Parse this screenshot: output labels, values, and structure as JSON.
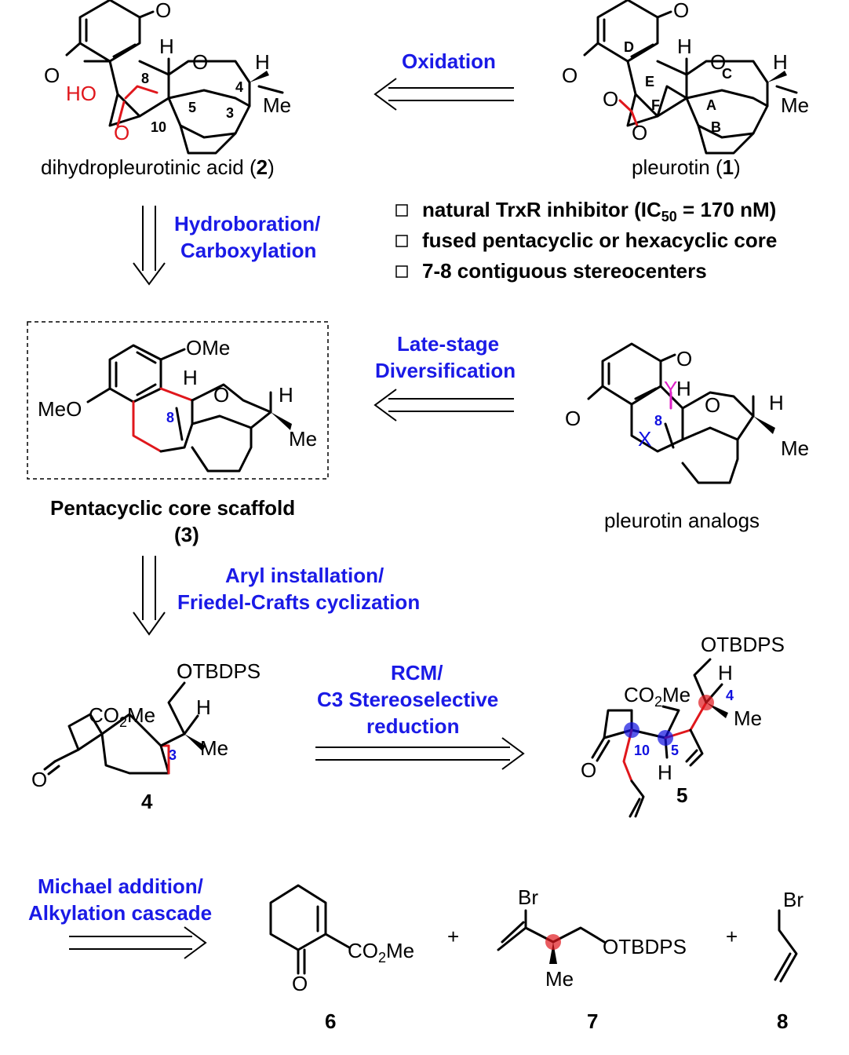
{
  "compounds": {
    "dihydropleurotinic_acid": {
      "name": "dihydropleurotinic acid",
      "number": "2"
    },
    "pleurotin": {
      "name": "pleurotin",
      "number": "1"
    },
    "pentacyclic_core": {
      "name": "Pentacyclic core scaffold",
      "number": "(3)"
    },
    "pleurotin_analogs": {
      "name": "pleurotin analogs"
    },
    "compound4": {
      "number": "4"
    },
    "compound5": {
      "number": "5"
    },
    "compound6": {
      "number": "6"
    },
    "compound7": {
      "number": "7"
    },
    "compound8": {
      "number": "8"
    }
  },
  "steps": {
    "oxidation": "Oxidation",
    "hydroboration_1": "Hydroboration/",
    "hydroboration_2": "Carboxylation",
    "late_stage_1": "Late-stage",
    "late_stage_2": "Diversification",
    "aryl_1": "Aryl installation/",
    "aryl_2": "Friedel-Crafts cyclization",
    "rcm_1": "RCM/",
    "rcm_2": "C3 Stereoselective",
    "rcm_3": "reduction",
    "michael_1": "Michael addition/",
    "michael_2": "Alkylation cascade"
  },
  "features": [
    {
      "prefix": "natural TrxR inhibitor (IC",
      "sub": "50",
      "suffix": " = 170 nM)"
    },
    {
      "text": "fused pentacyclic or hexacyclic core"
    },
    {
      "text": "7-8 contiguous stereocenters"
    }
  ],
  "atoms": {
    "O": "O",
    "H": "H",
    "Me": "Me",
    "HO": "HO",
    "OMe": "OMe",
    "MeO": "MeO",
    "CO2Me_a": "CO",
    "CO2Me_sub": "2",
    "CO2Me_b": "Me",
    "OTBDPS": "OTBDPS",
    "Br": "Br",
    "X": "X",
    "Y": "Y",
    "plus": "+"
  },
  "ring_labels": [
    "A",
    "B",
    "C",
    "D",
    "E",
    "F"
  ],
  "position_numbers": [
    "3",
    "4",
    "5",
    "8",
    "10"
  ],
  "colors": {
    "step_text": "#1a1ae6",
    "new_bond": "#e0171c",
    "stereo_marker_red": "#e0171c",
    "stereo_marker_blue": "#1010e0",
    "diversification": "#e020c8"
  }
}
